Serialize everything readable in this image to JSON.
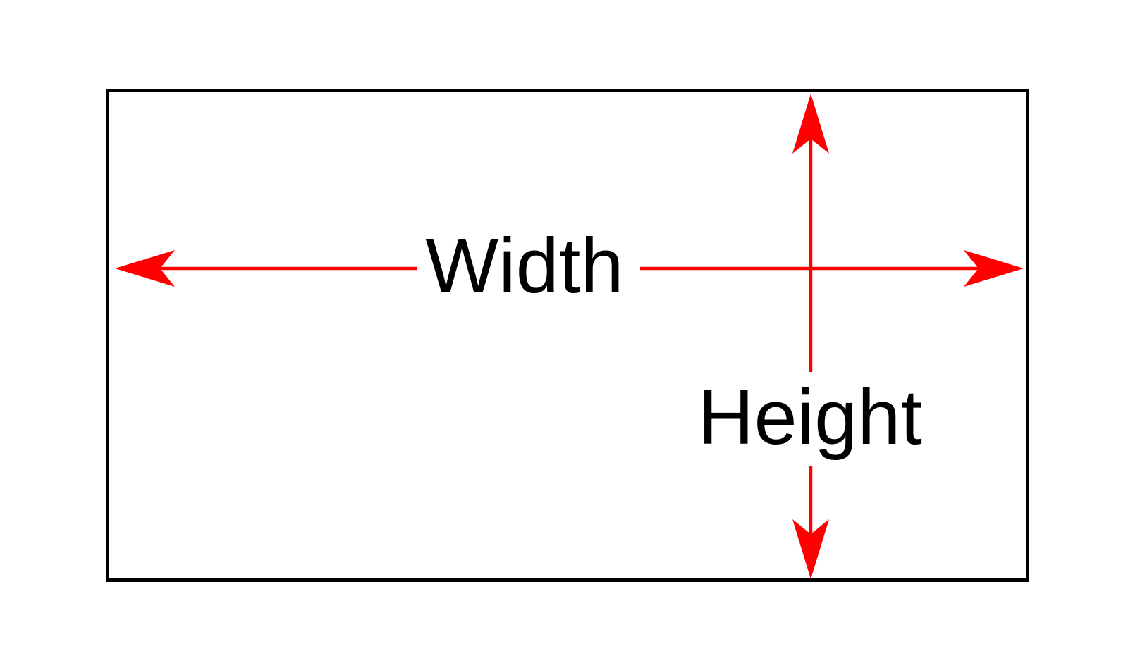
{
  "diagram": {
    "type": "dimension-annotation",
    "labels": {
      "width": "Width",
      "height": "Height"
    },
    "colors": {
      "arrow": "#FF0000",
      "outline": "#000000",
      "background": "#FFFFFF"
    }
  }
}
